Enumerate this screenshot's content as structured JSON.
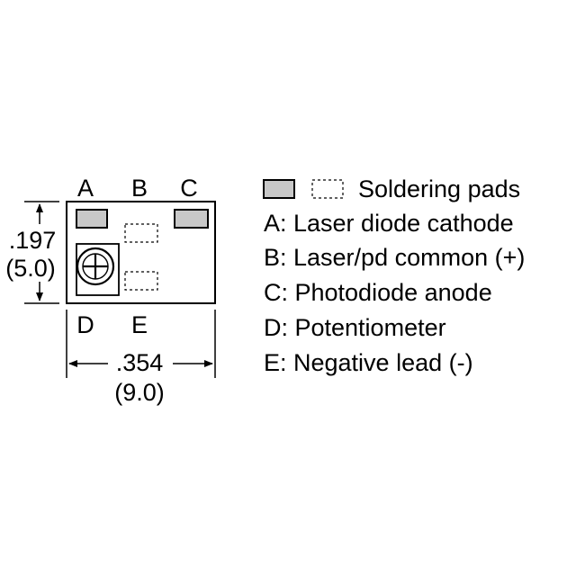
{
  "pin_labels": {
    "a": "A",
    "b": "B",
    "c": "C",
    "d": "D",
    "e": "E"
  },
  "dimensions": {
    "height_in": ".197",
    "height_mm": "(5.0)",
    "width_in": ".354",
    "width_mm": "(9.0)"
  },
  "legend": {
    "pads_label": "Soldering pads",
    "items": [
      "A: Laser diode cathode",
      "B: Laser/pd common (+)",
      "C: Photodiode anode",
      "D: Potentiometer",
      "E: Negative lead (-)"
    ]
  },
  "colors": {
    "pad_fill": "#c8c8c8",
    "line": "#000000"
  }
}
